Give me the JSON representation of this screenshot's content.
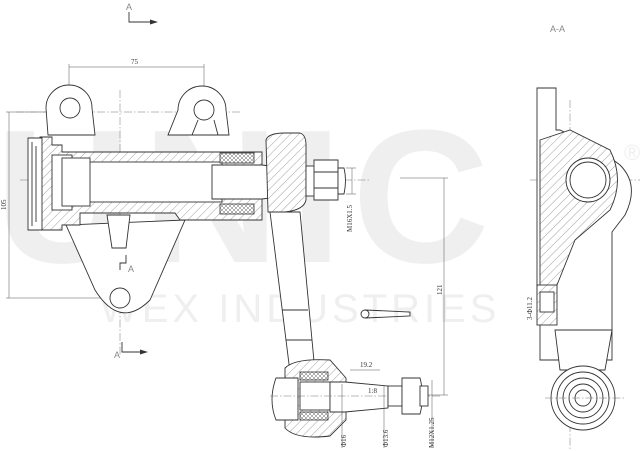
{
  "watermark": {
    "brand": "UNIC",
    "registered": "®",
    "subtitle": "WEX INDUSTRIES"
  },
  "section_markers": {
    "top": "A",
    "mid": "A",
    "bottom": "A",
    "section_view_title": "A-A"
  },
  "dimensions": {
    "bracket_hole_spacing": "75",
    "overall_height": "105",
    "nut_thread": "M16X1.5",
    "arm_length": "121",
    "taper_length": "19.2",
    "taper_ratio": "1:8",
    "ball_stud_dia": "Φ16",
    "taper_dia": "Φ13.6",
    "stud_thread": "M12X1.25",
    "mount_holes": "3-Φ11.2"
  }
}
